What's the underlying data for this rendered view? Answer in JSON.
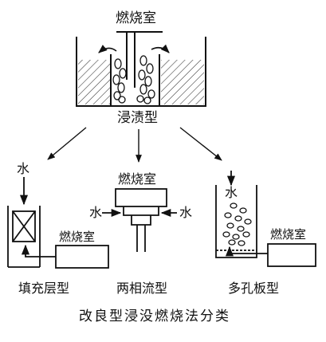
{
  "labels": {
    "combustion_chamber": "燃烧室",
    "water": "水",
    "immersion_type": "浸渍型",
    "packed_bed_type": "填充层型",
    "two_phase_flow_type": "两相流型",
    "perforated_plate_type": "多孔板型"
  },
  "caption": "改良型浸没燃烧法分类",
  "colors": {
    "ink": "#111111",
    "hatch": "#333333"
  }
}
